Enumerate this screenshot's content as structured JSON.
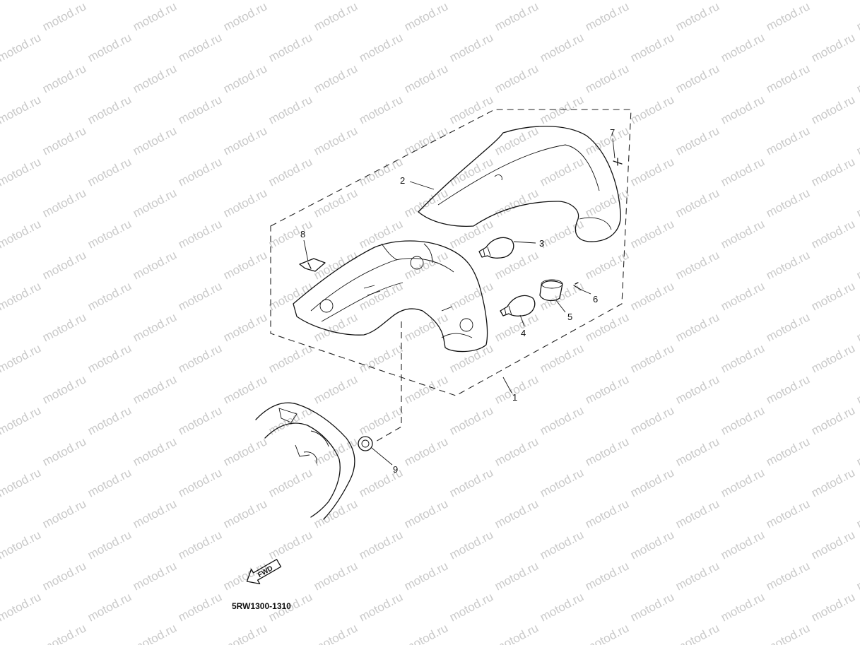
{
  "watermark": {
    "text": "motod.ru",
    "color": "#c9c9c9"
  },
  "diagram": {
    "code": "5RW1300-1310",
    "direction_label": "FWD",
    "callouts": [
      {
        "id": "c1",
        "label": "1",
        "part": "tail-light-assembly"
      },
      {
        "id": "c2",
        "label": "2",
        "part": "lens"
      },
      {
        "id": "c3",
        "label": "3",
        "part": "bulb"
      },
      {
        "id": "c4",
        "label": "4",
        "part": "bulb"
      },
      {
        "id": "c5",
        "label": "5",
        "part": "socket-cover"
      },
      {
        "id": "c6",
        "label": "6",
        "part": "screw"
      },
      {
        "id": "c7",
        "label": "7",
        "part": "screw"
      },
      {
        "id": "c8",
        "label": "8",
        "part": "clip"
      },
      {
        "id": "c9",
        "label": "9",
        "part": "grommet"
      }
    ]
  }
}
